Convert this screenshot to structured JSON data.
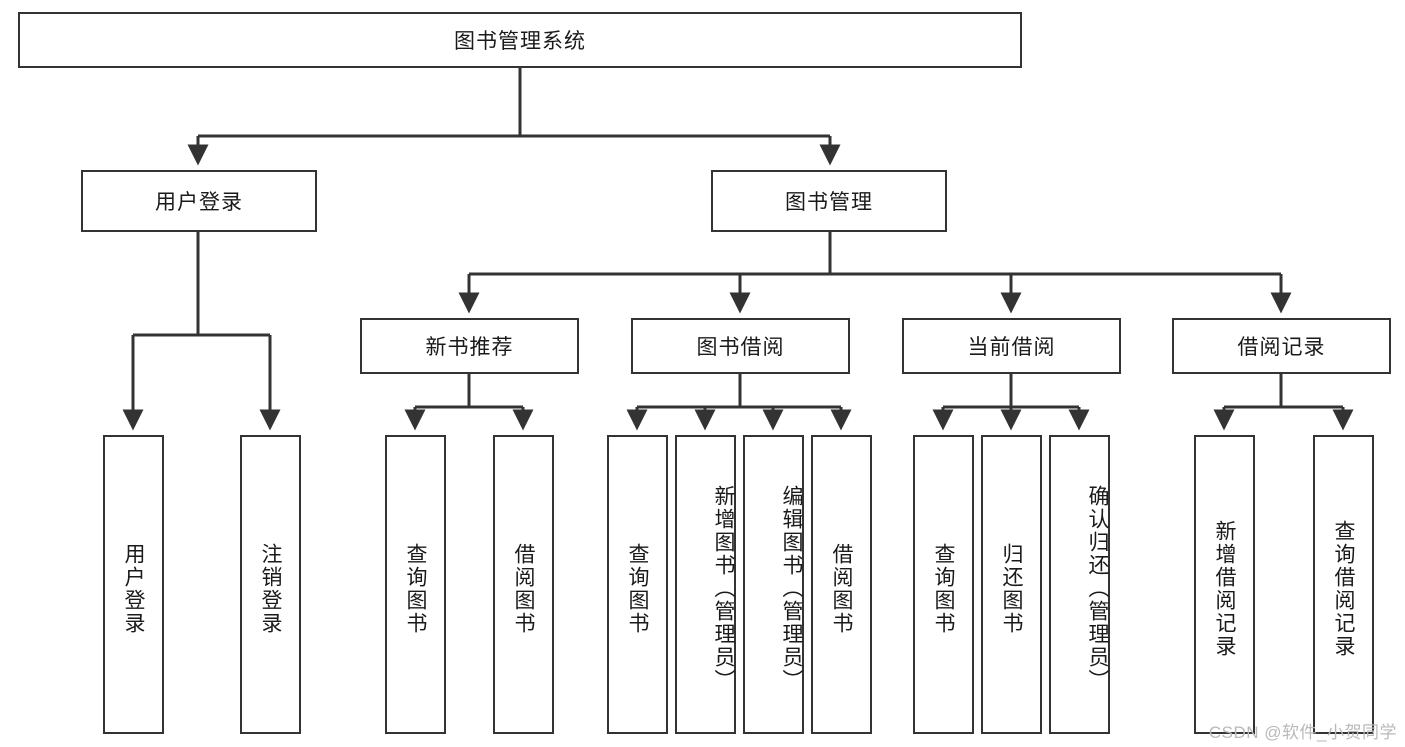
{
  "diagram": {
    "title": "图书管理系统",
    "type": "tree-hierarchy-diagram",
    "colors": {
      "box_border": "#333333",
      "box_fill": "#ffffff",
      "edge": "#333333",
      "text": "#1a1a1a",
      "watermark": "#b9b9b9",
      "background": "#ffffff"
    },
    "root": {
      "label": "图书管理系统"
    },
    "level2": [
      {
        "label": "用户登录"
      },
      {
        "label": "图书管理"
      }
    ],
    "level3": [
      {
        "label": "新书推荐"
      },
      {
        "label": "图书借阅"
      },
      {
        "label": "当前借阅"
      },
      {
        "label": "借阅记录"
      }
    ],
    "leaves": {
      "user_login": [
        {
          "label": "用户登录"
        },
        {
          "label": "注销登录"
        }
      ],
      "new_book_recommend": [
        {
          "label": "查询图书"
        },
        {
          "label": "借阅图书"
        }
      ],
      "book_borrow": [
        {
          "label": "查询图书"
        },
        {
          "label": "新增图书（管理员）"
        },
        {
          "label": "编辑图书（管理员）"
        },
        {
          "label": "借阅图书"
        }
      ],
      "current_borrow": [
        {
          "label": "查询图书"
        },
        {
          "label": "归还图书"
        },
        {
          "label": "确认归还（管理员）"
        }
      ],
      "borrow_record": [
        {
          "label": "新增借阅记录"
        },
        {
          "label": "查询借阅记录"
        }
      ]
    },
    "watermark": "CSDN @软件_小贺同学"
  }
}
